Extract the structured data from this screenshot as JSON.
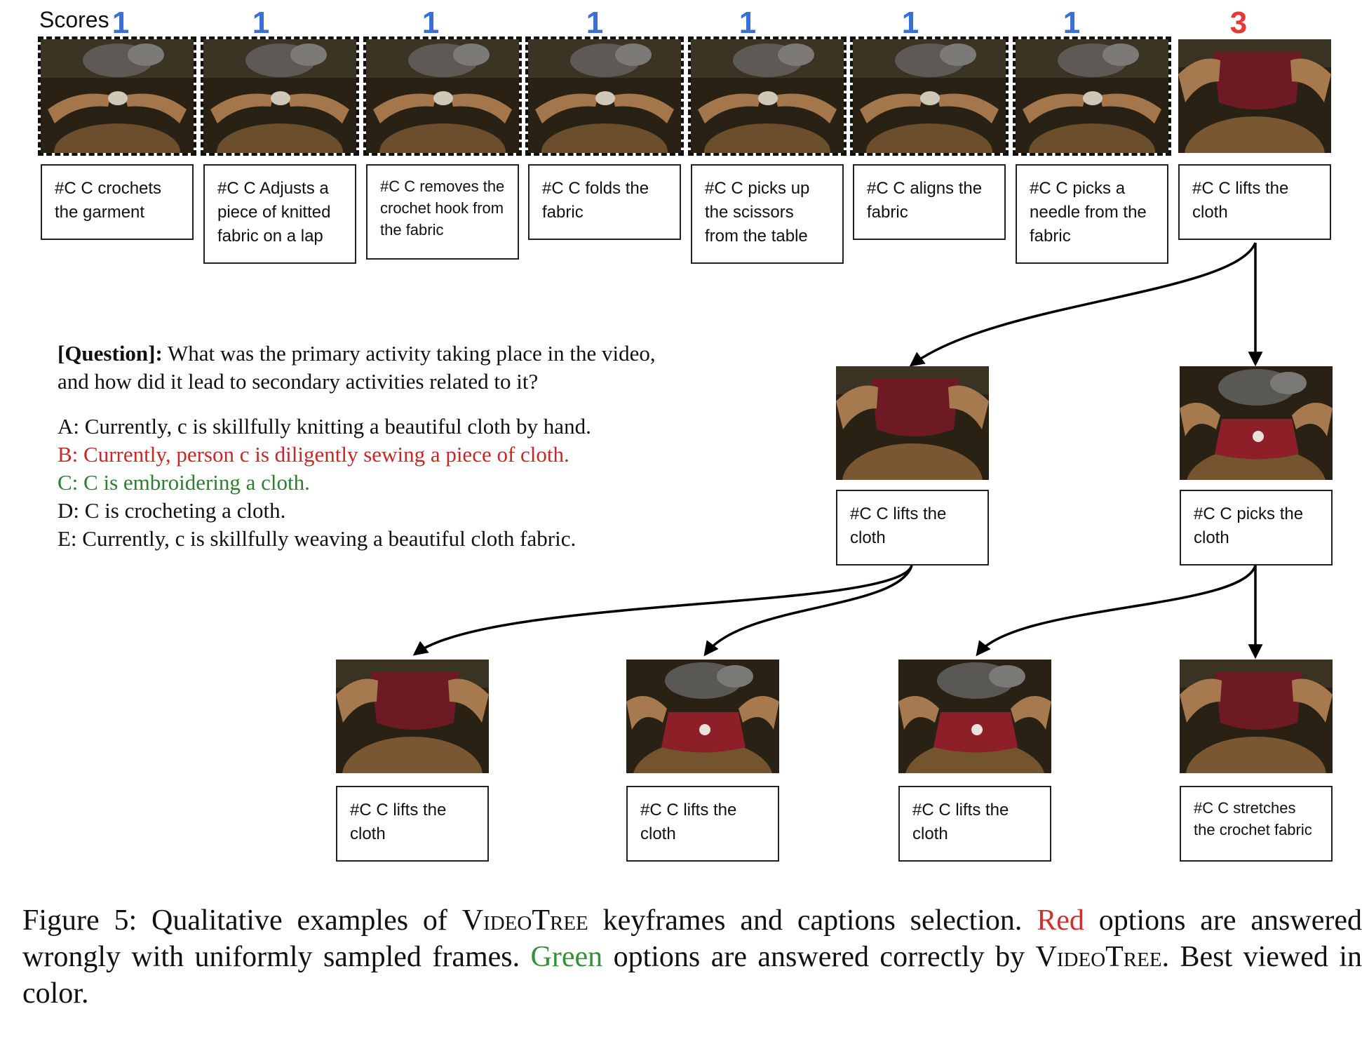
{
  "scores_label": "Scores",
  "scores": [
    "1",
    "1",
    "1",
    "1",
    "1",
    "1",
    "1",
    "3"
  ],
  "colors": {
    "score_normal": "#3b6fd6",
    "score_high": "#e53935",
    "option_wrong": "#c62828",
    "option_correct": "#2e7d32"
  },
  "top_row": [
    {
      "caption": "#C C crochets the garment",
      "scene": "hands-crochet"
    },
    {
      "caption": "#C C Adjusts a piece of knitted fabric on a lap",
      "scene": "hands-crochet"
    },
    {
      "caption": "#C C removes the crochet hook from the fabric",
      "scene": "hands-crochet"
    },
    {
      "caption": "#C C folds the fabric",
      "scene": "hands-crochet"
    },
    {
      "caption": "#C C picks up the scissors from the table",
      "scene": "hands-crochet"
    },
    {
      "caption": "#C C aligns the fabric",
      "scene": "hands-crochet"
    },
    {
      "caption": "#C C picks a needle from the fabric",
      "scene": "hands-crochet"
    },
    {
      "caption": "#C C lifts the cloth",
      "scene": "red-cloth-lifted"
    }
  ],
  "middle_row": [
    {
      "caption": "#C C lifts the cloth",
      "scene": "red-cloth-lifted"
    },
    {
      "caption": "#C C picks the cloth",
      "scene": "red-cloth-lap"
    }
  ],
  "bottom_row": [
    {
      "caption": "#C C lifts the cloth",
      "scene": "red-cloth-lifted"
    },
    {
      "caption": "#C C lifts the cloth",
      "scene": "red-cloth-lap"
    },
    {
      "caption": "#C C lifts the cloth",
      "scene": "red-cloth-lap"
    },
    {
      "caption": "#C C stretches the crochet fabric",
      "scene": "red-cloth-lifted"
    }
  ],
  "question": {
    "label": "[Question]:",
    "text": "What was the primary activity taking place in the video, and how did it lead to secondary activities related to it?",
    "options": [
      {
        "text": "A: Currently, c is skillfully knitting a beautiful cloth by hand.",
        "status": "neutral"
      },
      {
        "text": "B: Currently, person c is diligently sewing a piece of cloth.",
        "status": "wrong"
      },
      {
        "text": "C: C is embroidering a cloth.",
        "status": "correct"
      },
      {
        "text": "D: C is crocheting a cloth.",
        "status": "neutral"
      },
      {
        "text": "E: Currently, c is skillfully weaving a beautiful cloth fabric.",
        "status": "neutral"
      }
    ]
  },
  "figure_caption": {
    "prefix": "Figure 5:  Qualitative examples of ",
    "name": "VideoTree",
    "mid1": " keyframes and captions selection.  ",
    "red_word": "Red",
    "mid2": " options are answered wrongly with uniformly sampled frames. ",
    "green_word": "Green",
    "mid3": " options are answered correctly by ",
    "name2": "VideoTree",
    "suffix": ". Best viewed in color."
  }
}
